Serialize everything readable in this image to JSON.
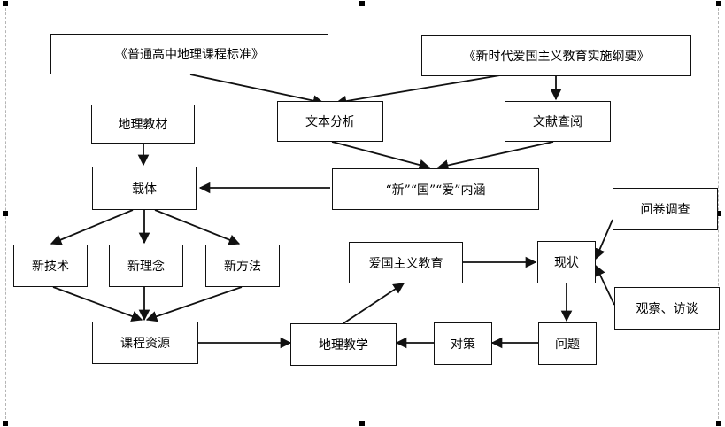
{
  "nodes": {
    "standard": "《普通高中地理课程标准》",
    "outline": "《新时代爱国主义教育实施纲要》",
    "textbook": "地理教材",
    "text_analysis": "文本分析",
    "literature_review": "文献查阅",
    "carrier": "载体",
    "connotation": "“新”“国”“爱”内涵",
    "new_technology": "新技术",
    "new_concept": "新理念",
    "new_method": "新方法",
    "patriotic_education": "爱国主义教育",
    "status_quo": "现状",
    "questionnaire": "问卷调查",
    "observation_interview": "观察、访谈",
    "curriculum_resources": "课程资源",
    "geography_teaching": "地理教学",
    "countermeasures": "对策",
    "problems": "问题"
  },
  "colors": {
    "line": "#111111",
    "box_border": "#111111",
    "frame": "#b5b5b5"
  }
}
